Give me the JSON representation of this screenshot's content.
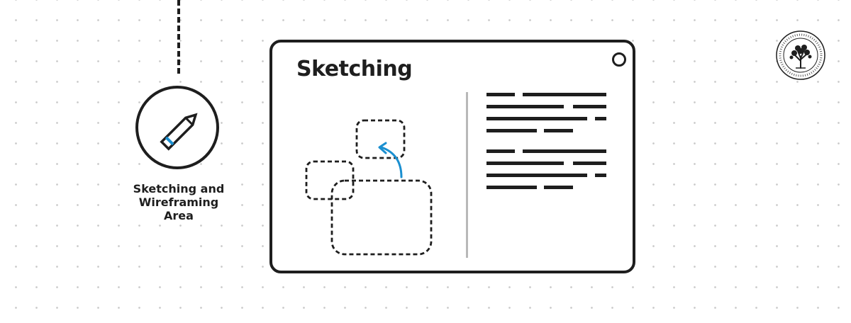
{
  "sidebar": {
    "caption_lines": [
      "Sketching and",
      "Wireframing",
      "Area"
    ],
    "icon": "pencil-icon"
  },
  "card": {
    "title": "Sketching"
  },
  "logo": {
    "name": "ixdf-logo"
  },
  "colors": {
    "ink": "#1e1e1e",
    "accent": "#1a8fd0",
    "divider": "#b8b8b8",
    "grid_dot": "#c9c9c9"
  }
}
